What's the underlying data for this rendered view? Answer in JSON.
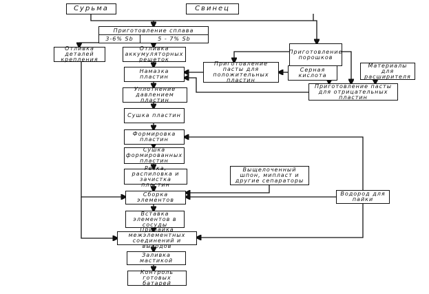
{
  "title": "Схема производства свинцовых аккумуляторных батарей",
  "nodes": {
    "antimony": "Сурьма",
    "lead": "Свинец",
    "alloy": "Приготовление сплава",
    "alloy_low": "3-6% Sb",
    "alloy_high": "5 - 7% Sb",
    "cast_fasteners": "Отливка деталей крепления",
    "cast_grids": "Отливка аккумуляторных решеток",
    "powders": "Приготовление порошков",
    "pasting": "Намазка пластин",
    "paste_positive": "Приготовление пасты для положительных пластин",
    "sulfuric_acid": "Серная кислота",
    "expander": "Материалы для расширителя",
    "paste_negative": "Приготовление пасты для отрицательных пластин",
    "pressing": "Уплотнение давлением пластин",
    "drying": "Сушка пластин",
    "forming": "Формировка пластин",
    "drying_formed": "Сушка формированных пластин",
    "cutting": "Резка, распиловка и зачистка пластин",
    "separators": "Выщелоченный шпон, мипласт и другие сепараторы",
    "assembly": "Сборка элементов",
    "hydrogen": "Водород для пайки",
    "insert": "Вставка элементов в сосуды",
    "soldering": "Припайка межэлементных соединений и выводов",
    "sealing": "Заливка мастикой",
    "control": "Контроль готовых батарей"
  }
}
